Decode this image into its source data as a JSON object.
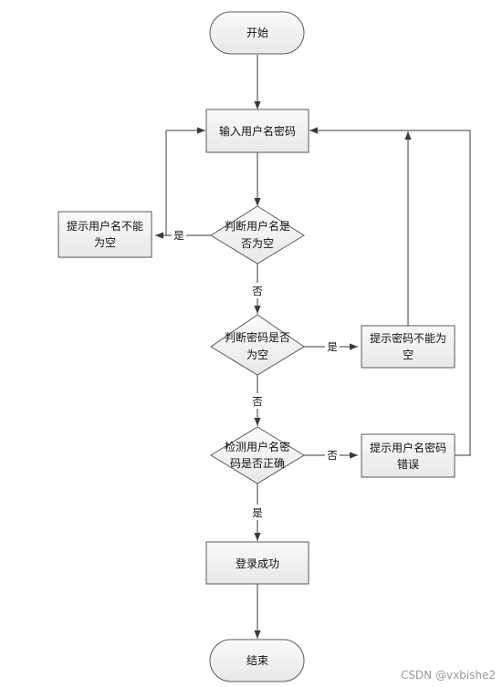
{
  "nodes": {
    "start": "开始",
    "input": "输入用户名密码",
    "check_user_line1": "判断用户名是",
    "check_user_line2": "否为空",
    "warn_user_line1": "提示用户名不能",
    "warn_user_line2": "为空",
    "check_pass_line1": "判断密码是否",
    "check_pass_line2": "为空",
    "warn_pass_line1": "提示密码不能为",
    "warn_pass_line2": "空",
    "verify_line1": "检测用户名密",
    "verify_line2": "码是否正确",
    "warn_wrong_line1": "提示用户名密码",
    "warn_wrong_line2": "错误",
    "success": "登录成功",
    "end": "结束"
  },
  "edges": {
    "user_empty_yes": "是",
    "user_empty_no": "否",
    "pass_empty_yes": "是",
    "pass_empty_no": "否",
    "verify_no": "否",
    "verify_yes": "是"
  },
  "watermark": "CSDN @vxbishe2",
  "colors": {
    "node_fill": "#f1f1f1",
    "node_stroke": "#5a5a5a",
    "edge": "#3a3a3a"
  }
}
